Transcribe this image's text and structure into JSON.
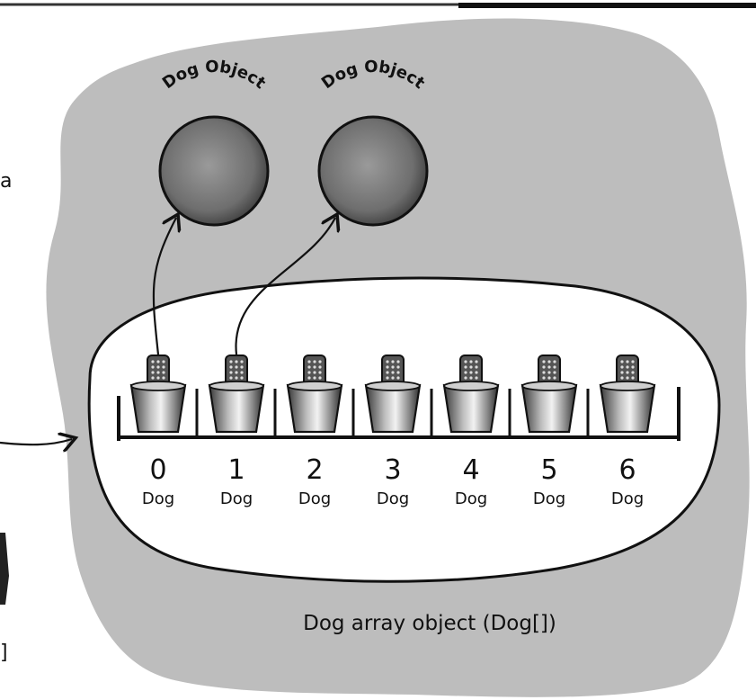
{
  "objects": [
    {
      "label": "Dog Object",
      "referenced_by": 0
    },
    {
      "label": "Dog Object",
      "referenced_by": 1
    }
  ],
  "array": {
    "caption": "Dog array object (Dog[])",
    "slots": [
      {
        "index": "0",
        "type": "Dog"
      },
      {
        "index": "1",
        "type": "Dog"
      },
      {
        "index": "2",
        "type": "Dog"
      },
      {
        "index": "3",
        "type": "Dog"
      },
      {
        "index": "4",
        "type": "Dog"
      },
      {
        "index": "5",
        "type": "Dog"
      },
      {
        "index": "6",
        "type": "Dog"
      }
    ]
  },
  "cropped_text": {
    "left_edge_top": "a",
    "left_edge_bottom": "]"
  },
  "colors": {
    "heap": "#bdbdbd",
    "object_sphere": "#7a7a7a",
    "array_oval": "#ffffff",
    "ink": "#111111"
  }
}
